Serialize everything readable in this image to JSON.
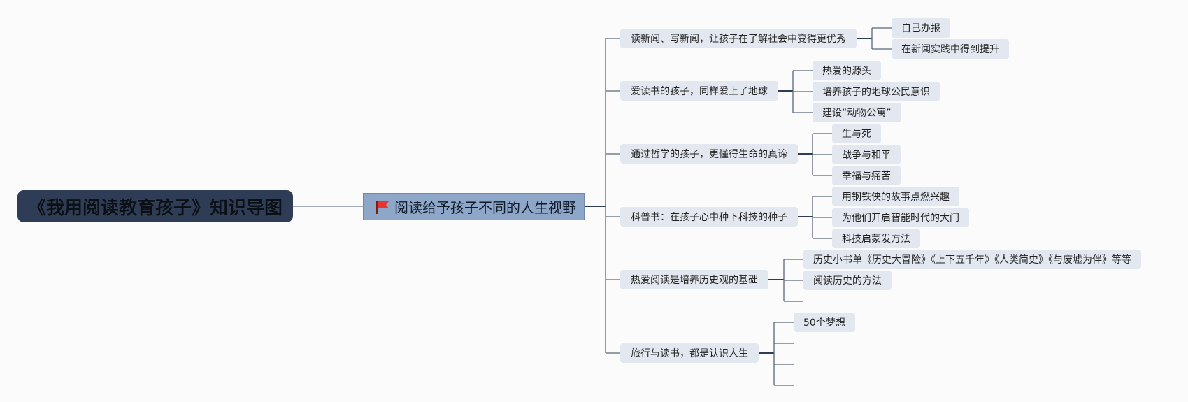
{
  "root": {
    "label": "《我用阅读教育孩子》知识导图"
  },
  "main": {
    "label": "阅读给予孩子不同的人生视野",
    "icon": "red-flag-icon",
    "flag_color": "#e8352f"
  },
  "branches": [
    {
      "label": "读新闻、写新闻，让孩子在了解社会中变得更优秀",
      "children": [
        "自己办报",
        "在新闻实践中得到提升"
      ]
    },
    {
      "label": "爱读书的孩子，同样爱上了地球",
      "children": [
        "热爱的源头",
        "培养孩子的地球公民意识",
        "建设“动物公寓”"
      ]
    },
    {
      "label": "通过哲学的孩子，更懂得生命的真谛",
      "children": [
        "生与死",
        "战争与和平",
        "幸福与痛苦"
      ]
    },
    {
      "label": "科普书：在孩子心中种下科技的种子",
      "children": [
        "用钢铁侠的故事点燃兴趣",
        "为他们开启智能时代的大门",
        "科技启蒙发方法"
      ]
    },
    {
      "label": "热爱阅读是培养历史观的基础",
      "children": [
        "历史小书单《历史大冒险》《上下五千年》《人类简史》《与废墟为伴》等等",
        "阅读历史的方法",
        ""
      ]
    },
    {
      "label": "旅行与读书，都是认识人生",
      "children": [
        "50个梦想",
        "",
        "",
        ""
      ]
    }
  ]
}
